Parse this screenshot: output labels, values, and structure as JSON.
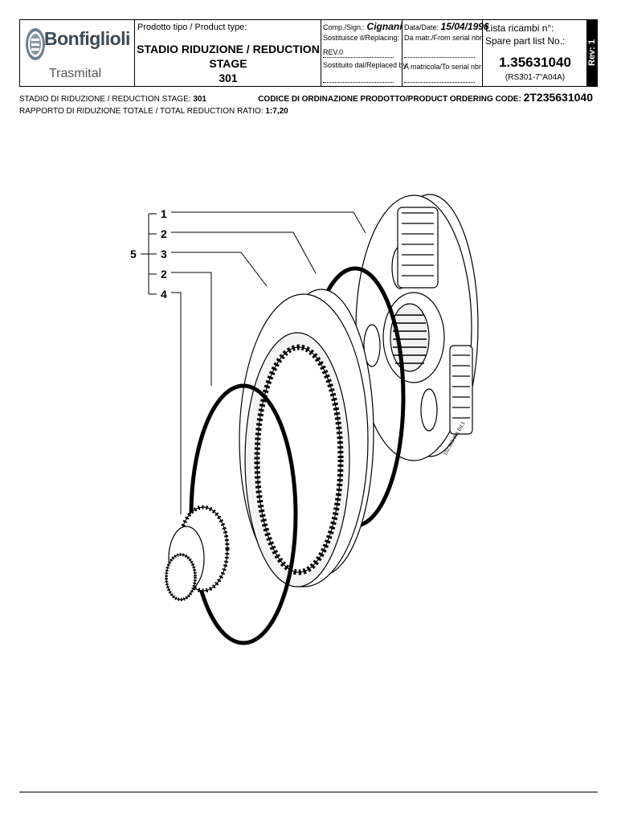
{
  "header": {
    "logo_name": "Bonfiglioli",
    "logo_sub": "Trasmital",
    "product_type_label": "Prodotto tipo / Product type:",
    "product_type_line1": "STADIO RIDUZIONE / REDUCTION STAGE",
    "product_type_line2": "301",
    "comp_label": "Comp./Sign.:",
    "comp_value": "Cignani",
    "replacing_label": "Sostituisce il/Replacing:",
    "rev_label": "REV.0",
    "replaced_label": "Sostituito dal/Replaced by:",
    "date_label": "Data/Date:",
    "date_value": "15/04/1996",
    "from_serial_label": "Da matr./From serial nbr:",
    "to_serial_label": "A matricola/To serial nbr:",
    "spare_label_1": "Lista ricambi n°:",
    "spare_label_2": "Spare part list No.:",
    "spare_number": "1.35631040",
    "spare_code": "(RS301-7\"A04A)",
    "rev": "Rev: 1"
  },
  "info": {
    "stage_label": "STADIO DI RIDUZIONE / REDUCTION STAGE:",
    "stage_value": "301",
    "ratio_label": "RAPPORTO DI RIDUZIONE TOTALE / TOTAL REDUCTION RATIO:",
    "ratio_value": "1:7,20",
    "ordering_label": "CODICE DI ORDINAZIONE PRODOTTO/PRODUCT ORDERING CODE:",
    "ordering_value": "2T235631040"
  },
  "drawing": {
    "callouts": [
      "1",
      "2",
      "3",
      "2",
      "4"
    ],
    "group_callout": "5",
    "drawing_ref": "152.363.001 Ed.1"
  }
}
